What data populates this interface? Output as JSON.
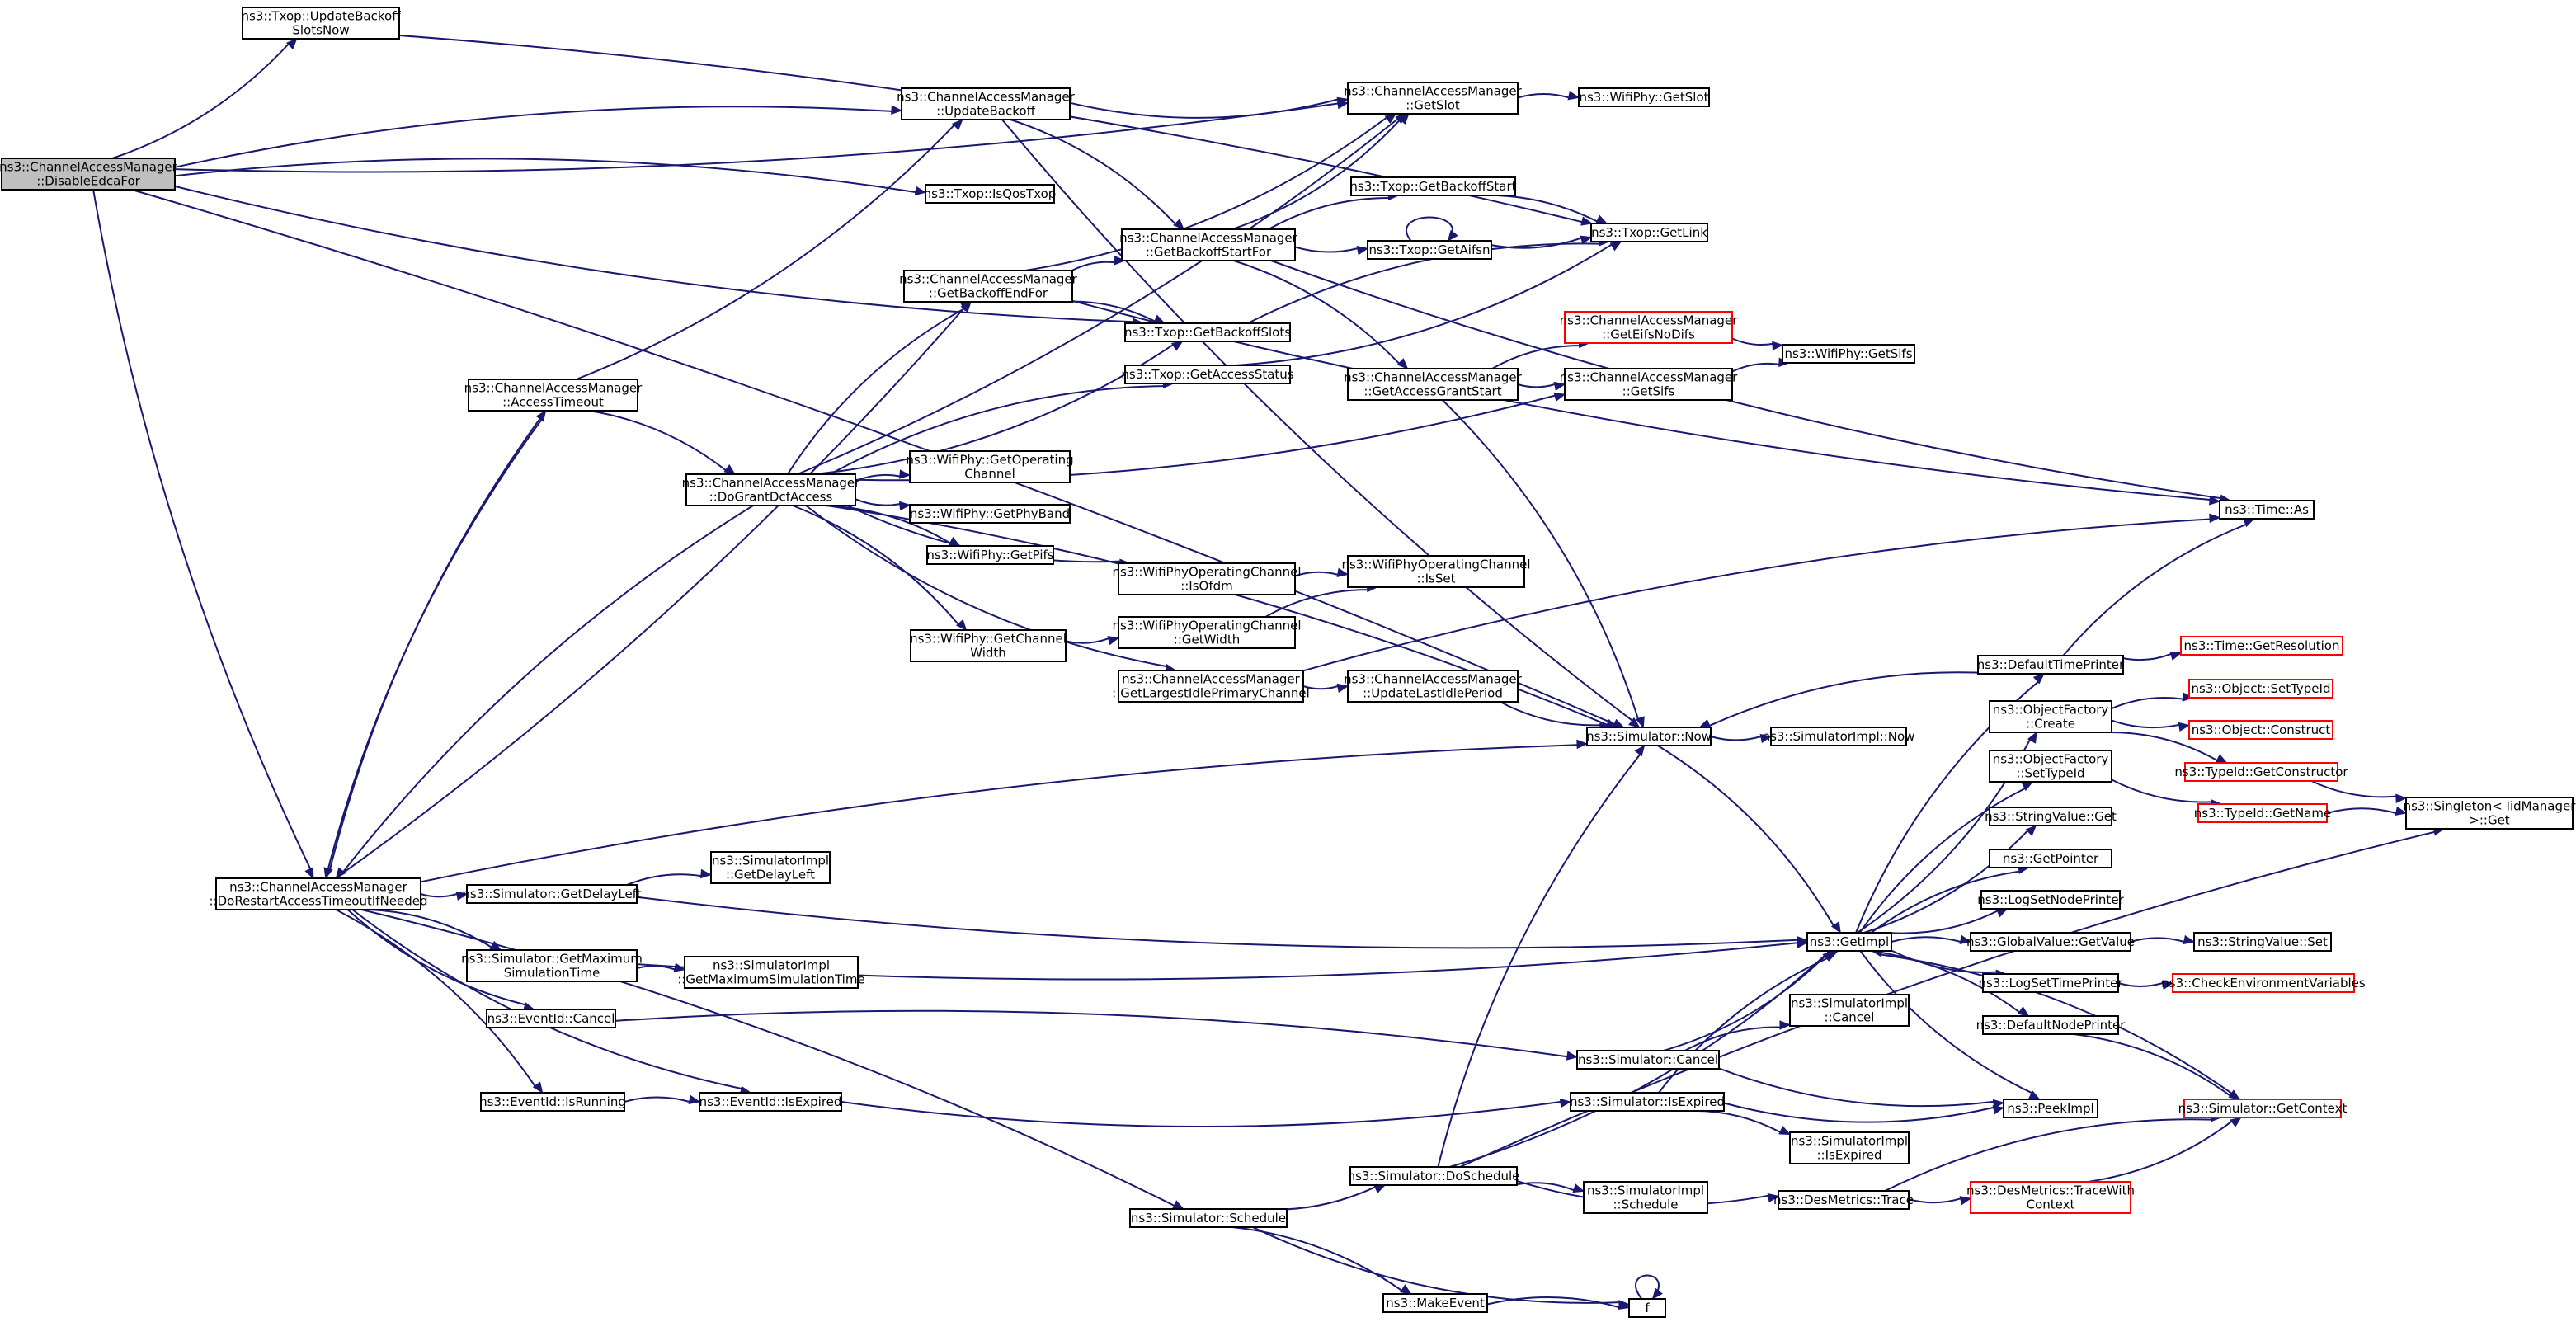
{
  "graph": {
    "kind": "call-graph",
    "root": "DisableEdcaFor",
    "colors": {
      "edge": "#191970",
      "root_fill": "#bfbfbf",
      "truncated_border": "#ff0000",
      "node_border": "#000000"
    },
    "nodes": [
      {
        "id": "DisableEdcaFor",
        "lines": [
          "ns3::ChannelAccessManager",
          "::DisableEdcaFor"
        ],
        "root": true
      },
      {
        "id": "UpdateBackoffSlotsNow",
        "lines": [
          "ns3::Txop::UpdateBackoff",
          "SlotsNow"
        ]
      },
      {
        "id": "UpdateBackoff",
        "lines": [
          "ns3::ChannelAccessManager",
          "::UpdateBackoff"
        ]
      },
      {
        "id": "IsQosTxop",
        "lines": [
          "ns3::Txop::IsQosTxop"
        ]
      },
      {
        "id": "AccessTimeout",
        "lines": [
          "ns3::ChannelAccessManager",
          "::AccessTimeout"
        ]
      },
      {
        "id": "DoRestart",
        "lines": [
          "ns3::ChannelAccessManager",
          "::DoRestartAccessTimeoutIfNeeded"
        ]
      },
      {
        "id": "GetSlotCAM",
        "lines": [
          "ns3::ChannelAccessManager",
          "::GetSlot"
        ]
      },
      {
        "id": "WifiPhyGetSlot",
        "lines": [
          "ns3::WifiPhy::GetSlot"
        ]
      },
      {
        "id": "GetBackoffStartFor",
        "lines": [
          "ns3::ChannelAccessManager",
          "::GetBackoffStartFor"
        ]
      },
      {
        "id": "GetBackoffStart",
        "lines": [
          "ns3::Txop::GetBackoffStart"
        ]
      },
      {
        "id": "GetAifsn",
        "lines": [
          "ns3::Txop::GetAifsn"
        ]
      },
      {
        "id": "GetLink",
        "lines": [
          "ns3::Txop::GetLink"
        ]
      },
      {
        "id": "GetBackoffEndFor",
        "lines": [
          "ns3::ChannelAccessManager",
          "::GetBackoffEndFor"
        ]
      },
      {
        "id": "GetBackoffSlots",
        "lines": [
          "ns3::Txop::GetBackoffSlots"
        ]
      },
      {
        "id": "GetAccessStatus",
        "lines": [
          "ns3::Txop::GetAccessStatus"
        ]
      },
      {
        "id": "GetAccessGrantStart",
        "lines": [
          "ns3::ChannelAccessManager",
          "::GetAccessGrantStart"
        ]
      },
      {
        "id": "GetEifsNoDifs",
        "lines": [
          "ns3::ChannelAccessManager",
          "::GetEifsNoDifs"
        ],
        "truncated": true
      },
      {
        "id": "GetSifsCAM",
        "lines": [
          "ns3::ChannelAccessManager",
          "::GetSifs"
        ]
      },
      {
        "id": "WifiPhyGetSifs",
        "lines": [
          "ns3::WifiPhy::GetSifs"
        ]
      },
      {
        "id": "DoGrantDcfAccess",
        "lines": [
          "ns3::ChannelAccessManager",
          "::DoGrantDcfAccess"
        ]
      },
      {
        "id": "GetOperatingChannel",
        "lines": [
          "ns3::WifiPhy::GetOperating",
          "Channel"
        ]
      },
      {
        "id": "GetPhyBand",
        "lines": [
          "ns3::WifiPhy::GetPhyBand"
        ]
      },
      {
        "id": "GetPifs",
        "lines": [
          "ns3::WifiPhy::GetPifs"
        ]
      },
      {
        "id": "IsOfdm",
        "lines": [
          "ns3::WifiPhyOperatingChannel",
          "::IsOfdm"
        ]
      },
      {
        "id": "IsSet",
        "lines": [
          "ns3::WifiPhyOperatingChannel",
          "::IsSet"
        ]
      },
      {
        "id": "GetChannelWidth",
        "lines": [
          "ns3::WifiPhy::GetChannel",
          "Width"
        ]
      },
      {
        "id": "GetWidth",
        "lines": [
          "ns3::WifiPhyOperatingChannel",
          "::GetWidth"
        ]
      },
      {
        "id": "GetLargestIdle",
        "lines": [
          "ns3::ChannelAccessManager",
          "::GetLargestIdlePrimaryChannel"
        ]
      },
      {
        "id": "UpdateLastIdle",
        "lines": [
          "ns3::ChannelAccessManager",
          "::UpdateLastIdlePeriod"
        ]
      },
      {
        "id": "TimeAs",
        "lines": [
          "ns3::Time::As"
        ]
      },
      {
        "id": "DefaultTimePrinter",
        "lines": [
          "ns3::DefaultTimePrinter"
        ]
      },
      {
        "id": "GetResolution",
        "lines": [
          "ns3::Time::GetResolution"
        ],
        "truncated": true
      },
      {
        "id": "SimNow",
        "lines": [
          "ns3::Simulator::Now"
        ]
      },
      {
        "id": "SimImplNow",
        "lines": [
          "ns3::SimulatorImpl::Now"
        ]
      },
      {
        "id": "OFCreate",
        "lines": [
          "ns3::ObjectFactory",
          "::Create"
        ]
      },
      {
        "id": "SetTypeIdObj",
        "lines": [
          "ns3::Object::SetTypeId"
        ],
        "truncated": true
      },
      {
        "id": "Construct",
        "lines": [
          "ns3::Object::Construct"
        ],
        "truncated": true
      },
      {
        "id": "GetConstructor",
        "lines": [
          "ns3::TypeId::GetConstructor"
        ],
        "truncated": true
      },
      {
        "id": "OFSetTypeId",
        "lines": [
          "ns3::ObjectFactory",
          "::SetTypeId"
        ]
      },
      {
        "id": "GetName",
        "lines": [
          "ns3::TypeId::GetName"
        ],
        "truncated": true
      },
      {
        "id": "SingletonGet",
        "lines": [
          "ns3::Singleton< IidManager",
          " >::Get"
        ]
      },
      {
        "id": "StringValueGet",
        "lines": [
          "ns3::StringValue::Get"
        ]
      },
      {
        "id": "GetPointer",
        "lines": [
          "ns3::GetPointer"
        ]
      },
      {
        "id": "LogSetNodePrinter",
        "lines": [
          "ns3::LogSetNodePrinter"
        ]
      },
      {
        "id": "GetImpl",
        "lines": [
          "ns3::GetImpl"
        ]
      },
      {
        "id": "GVGetValue",
        "lines": [
          "ns3::GlobalValue::GetValue"
        ]
      },
      {
        "id": "StringValueSet",
        "lines": [
          "ns3::StringValue::Set"
        ]
      },
      {
        "id": "LogSetTimePrinter",
        "lines": [
          "ns3::LogSetTimePrinter"
        ]
      },
      {
        "id": "CheckEnv",
        "lines": [
          "ns3::CheckEnvironmentVariables"
        ],
        "truncated": true
      },
      {
        "id": "DefaultNodePrinter",
        "lines": [
          "ns3::DefaultNodePrinter"
        ]
      },
      {
        "id": "GetContext",
        "lines": [
          "ns3::Simulator::GetContext"
        ],
        "truncated": true
      },
      {
        "id": "SimGetDelayLeft",
        "lines": [
          "ns3::Simulator::GetDelayLeft"
        ]
      },
      {
        "id": "ImplGetDelayLeft",
        "lines": [
          "ns3::SimulatorImpl",
          "::GetDelayLeft"
        ]
      },
      {
        "id": "SimGetMax",
        "lines": [
          "ns3::Simulator::GetMaximum",
          "SimulationTime"
        ]
      },
      {
        "id": "ImplGetMax",
        "lines": [
          "ns3::SimulatorImpl",
          "::GetMaximumSimulationTime"
        ]
      },
      {
        "id": "EventIdCancel",
        "lines": [
          "ns3::EventId::Cancel"
        ]
      },
      {
        "id": "SimCancel",
        "lines": [
          "ns3::Simulator::Cancel"
        ]
      },
      {
        "id": "ImplCancel",
        "lines": [
          "ns3::SimulatorImpl",
          "::Cancel"
        ]
      },
      {
        "id": "EventIdIsRunning",
        "lines": [
          "ns3::EventId::IsRunning"
        ]
      },
      {
        "id": "EventIdIsExpired",
        "lines": [
          "ns3::EventId::IsExpired"
        ]
      },
      {
        "id": "SimIsExpired",
        "lines": [
          "ns3::Simulator::IsExpired"
        ]
      },
      {
        "id": "PeekImpl",
        "lines": [
          "ns3::PeekImpl"
        ]
      },
      {
        "id": "ImplIsExpired",
        "lines": [
          "ns3::SimulatorImpl",
          "::IsExpired"
        ]
      },
      {
        "id": "SimDoSchedule",
        "lines": [
          "ns3::Simulator::DoSchedule"
        ]
      },
      {
        "id": "ImplSchedule",
        "lines": [
          "ns3::SimulatorImpl",
          "::Schedule"
        ]
      },
      {
        "id": "DesTrace",
        "lines": [
          "ns3::DesMetrics::Trace"
        ]
      },
      {
        "id": "DesTraceWith",
        "lines": [
          "ns3::DesMetrics::TraceWith",
          "Context"
        ],
        "truncated": true
      },
      {
        "id": "SimSchedule",
        "lines": [
          "ns3::Simulator::Schedule"
        ]
      },
      {
        "id": "MakeEvent",
        "lines": [
          "ns3::MakeEvent"
        ]
      },
      {
        "id": "f",
        "lines": [
          "f"
        ]
      }
    ],
    "edges": [
      [
        "DisableEdcaFor",
        "UpdateBackoffSlotsNow"
      ],
      [
        "DisableEdcaFor",
        "UpdateBackoff"
      ],
      [
        "DisableEdcaFor",
        "GetSlotCAM"
      ],
      [
        "DisableEdcaFor",
        "IsQosTxop"
      ],
      [
        "DisableEdcaFor",
        "GetBackoffSlots"
      ],
      [
        "DisableEdcaFor",
        "SimNow"
      ],
      [
        "DisableEdcaFor",
        "DoRestart"
      ],
      [
        "UpdateBackoffSlotsNow",
        "GetLink"
      ],
      [
        "UpdateBackoff",
        "GetSlotCAM"
      ],
      [
        "UpdateBackoff",
        "GetBackoffStartFor"
      ],
      [
        "UpdateBackoff",
        "SimNow"
      ],
      [
        "GetSlotCAM",
        "WifiPhyGetSlot"
      ],
      [
        "GetBackoffStartFor",
        "GetSlotCAM"
      ],
      [
        "GetBackoffStartFor",
        "GetBackoffStart"
      ],
      [
        "GetBackoffStartFor",
        "GetAifsn"
      ],
      [
        "GetBackoffStartFor",
        "GetAccessGrantStart"
      ],
      [
        "GetBackoffStartFor",
        "TimeAs"
      ],
      [
        "GetBackoffStart",
        "GetLink"
      ],
      [
        "GetAifsn",
        "GetLink"
      ],
      [
        "GetAifsn",
        "GetAifsn"
      ],
      [
        "AccessTimeout",
        "UpdateBackoff"
      ],
      [
        "AccessTimeout",
        "DoGrantDcfAccess"
      ],
      [
        "AccessTimeout",
        "DoRestart"
      ],
      [
        "GetBackoffEndFor",
        "GetBackoffStartFor"
      ],
      [
        "GetBackoffEndFor",
        "GetSlotCAM"
      ],
      [
        "GetBackoffEndFor",
        "GetBackoffSlots"
      ],
      [
        "GetBackoffEndFor",
        "TimeAs"
      ],
      [
        "GetBackoffSlots",
        "GetLink"
      ],
      [
        "GetAccessStatus",
        "GetLink"
      ],
      [
        "GetAccessGrantStart",
        "GetEifsNoDifs"
      ],
      [
        "GetAccessGrantStart",
        "GetSifsCAM"
      ],
      [
        "GetAccessGrantStart",
        "SimNow"
      ],
      [
        "GetEifsNoDifs",
        "WifiPhyGetSifs"
      ],
      [
        "GetSifsCAM",
        "WifiPhyGetSifs"
      ],
      [
        "DoGrantDcfAccess",
        "GetSlotCAM"
      ],
      [
        "DoGrantDcfAccess",
        "GetBackoffEndFor"
      ],
      [
        "DoGrantDcfAccess",
        "GetBackoffSlots"
      ],
      [
        "DoGrantDcfAccess",
        "GetAccessStatus"
      ],
      [
        "DoGrantDcfAccess",
        "GetSifsCAM"
      ],
      [
        "DoGrantDcfAccess",
        "GetOperatingChannel"
      ],
      [
        "DoGrantDcfAccess",
        "GetPhyBand"
      ],
      [
        "DoGrantDcfAccess",
        "GetPifs"
      ],
      [
        "DoGrantDcfAccess",
        "IsOfdm"
      ],
      [
        "DoGrantDcfAccess",
        "GetChannelWidth"
      ],
      [
        "DoGrantDcfAccess",
        "GetLargestIdle"
      ],
      [
        "DoGrantDcfAccess",
        "SimNow"
      ],
      [
        "DoGrantDcfAccess",
        "DoRestart"
      ],
      [
        "IsOfdm",
        "IsSet"
      ],
      [
        "GetChannelWidth",
        "GetWidth"
      ],
      [
        "GetWidth",
        "IsSet"
      ],
      [
        "GetLargestIdle",
        "UpdateLastIdle"
      ],
      [
        "GetLargestIdle",
        "TimeAs"
      ],
      [
        "UpdateLastIdle",
        "SimNow"
      ],
      [
        "DoRestart",
        "AccessTimeout"
      ],
      [
        "DoRestart",
        "GetBackoffEndFor"
      ],
      [
        "DoRestart",
        "SimNow"
      ],
      [
        "DoRestart",
        "SimGetDelayLeft"
      ],
      [
        "DoRestart",
        "SimGetMax"
      ],
      [
        "DoRestart",
        "EventIdCancel"
      ],
      [
        "DoRestart",
        "EventIdIsRunning"
      ],
      [
        "DoRestart",
        "EventIdIsExpired"
      ],
      [
        "DoRestart",
        "SimSchedule"
      ],
      [
        "SimNow",
        "SimImplNow"
      ],
      [
        "SimNow",
        "GetImpl"
      ],
      [
        "DefaultTimePrinter",
        "GetResolution"
      ],
      [
        "DefaultTimePrinter",
        "TimeAs"
      ],
      [
        "DefaultTimePrinter",
        "SimNow"
      ],
      [
        "OFCreate",
        "SetTypeIdObj"
      ],
      [
        "OFCreate",
        "Construct"
      ],
      [
        "OFCreate",
        "GetConstructor"
      ],
      [
        "OFSetTypeId",
        "GetName"
      ],
      [
        "GetName",
        "SingletonGet"
      ],
      [
        "GetConstructor",
        "SingletonGet"
      ],
      [
        "GetImpl",
        "DefaultTimePrinter"
      ],
      [
        "GetImpl",
        "OFCreate"
      ],
      [
        "GetImpl",
        "OFSetTypeId"
      ],
      [
        "GetImpl",
        "StringValueGet"
      ],
      [
        "GetImpl",
        "GetPointer"
      ],
      [
        "GetImpl",
        "LogSetNodePrinter"
      ],
      [
        "GetImpl",
        "GVGetValue"
      ],
      [
        "GetImpl",
        "LogSetTimePrinter"
      ],
      [
        "GetImpl",
        "DefaultNodePrinter"
      ],
      [
        "GetImpl",
        "PeekImpl"
      ],
      [
        "GVGetValue",
        "StringValueSet"
      ],
      [
        "LogSetTimePrinter",
        "CheckEnv"
      ],
      [
        "DefaultNodePrinter",
        "GetContext"
      ],
      [
        "GetContext",
        "GetImpl"
      ],
      [
        "SimGetDelayLeft",
        "ImplGetDelayLeft"
      ],
      [
        "SimGetDelayLeft",
        "GetImpl"
      ],
      [
        "SimGetMax",
        "ImplGetMax"
      ],
      [
        "SimGetMax",
        "GetImpl"
      ],
      [
        "EventIdCancel",
        "SimCancel"
      ],
      [
        "SimCancel",
        "GetImpl"
      ],
      [
        "SimCancel",
        "ImplCancel"
      ],
      [
        "SimCancel",
        "PeekImpl"
      ],
      [
        "EventIdIsRunning",
        "EventIdIsExpired"
      ],
      [
        "EventIdIsExpired",
        "SimIsExpired"
      ],
      [
        "SimIsExpired",
        "GetImpl"
      ],
      [
        "SimIsExpired",
        "PeekImpl"
      ],
      [
        "SimIsExpired",
        "ImplIsExpired"
      ],
      [
        "SimSchedule",
        "SimDoSchedule"
      ],
      [
        "SimSchedule",
        "MakeEvent"
      ],
      [
        "SimSchedule",
        "f"
      ],
      [
        "SimDoSchedule",
        "SimNow"
      ],
      [
        "SimDoSchedule",
        "GetImpl"
      ],
      [
        "SimDoSchedule",
        "ImplSchedule"
      ],
      [
        "SimDoSchedule",
        "DesTrace"
      ],
      [
        "SimDoSchedule",
        "SingletonGet"
      ],
      [
        "DesTrace",
        "DesTraceWith"
      ],
      [
        "DesTrace",
        "GetContext"
      ],
      [
        "DesTraceWith",
        "GetContext"
      ],
      [
        "MakeEvent",
        "f"
      ],
      [
        "f",
        "f"
      ]
    ]
  }
}
